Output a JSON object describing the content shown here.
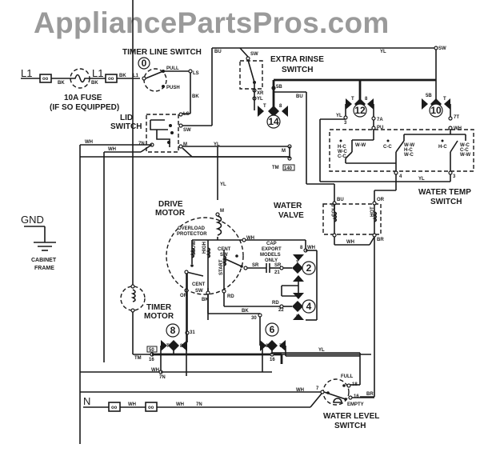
{
  "watermark": "AppliancePartsPros.com",
  "diagram": {
    "type": "washer wiring schematic",
    "components": {
      "timer_line_switch": {
        "label": "TIMER LINE SWITCH",
        "number": "0",
        "pull": "PULL",
        "push": "PUSH",
        "l1": "L1",
        "ls": "LS"
      },
      "fuse": {
        "label1": "10A FUSE",
        "label2": "(IF SO EQUIPPED)"
      },
      "lid_switch": {
        "label1": "LID",
        "label2": "SWITCH",
        "ls": "LS",
        "sw": "SW",
        "m": "M",
        "tn": "7N"
      },
      "extra_rinse_switch": {
        "label1": "EXTRA RINSE",
        "label2": "SWITCH",
        "sw": "SW",
        "xr": "XR",
        "yl": "YL",
        "terminal": "5B"
      },
      "drive_motor": {
        "label1": "DRIVE",
        "label2": "MOTOR",
        "overload1": "OVERLOAD",
        "overload2": "PROTECTOR",
        "slow": "SLOW",
        "high": "HIGH",
        "start": "START",
        "cent_sw": "CENT",
        "cent_sw2": "SW",
        "m": "M",
        "wh": "WH"
      },
      "cap": {
        "label1": "CAP",
        "label2": "EXPORT",
        "label3": "MODELS",
        "label4": "ONLY",
        "sr1": "SR",
        "sr2": "SR",
        "t21": "21"
      },
      "water_valve": {
        "label1": "WATER",
        "label2": "VALVE",
        "cold": "COLD",
        "hot": "HOT",
        "bu": "BU",
        "or": "OR",
        "wh": "WH",
        "br": "BR"
      },
      "water_temp_switch": {
        "label1": "WATER TEMP",
        "label2": "SWITCH",
        "pos1": [
          "H-C",
          "W-C",
          "C-C"
        ],
        "ww1": "W-W",
        "cc": "C-C",
        "pos2": [
          "W-W",
          "H-C",
          "W-C"
        ],
        "hc": "H-C",
        "pos3": [
          "W-C",
          "C-C",
          "W-W"
        ],
        "t4": "4",
        "t3": "3",
        "pu": "PU",
        "wh": "WH",
        "t7t": "7T",
        "t7a": "7A"
      },
      "ground": {
        "label": "GND",
        "cabinet1": "CABINET",
        "cabinet2": "FRAME"
      },
      "timer_motor": {
        "label1": "TIMER",
        "label2": "MOTOR",
        "tm": "TM",
        "t16": "16",
        "t7n": "7N"
      },
      "water_level_switch": {
        "label1": "WATER LEVEL",
        "label2": "SWITCH",
        "full": "FULL",
        "empty": "EMPTY",
        "t7": "7",
        "t16": "16",
        "t18": "18",
        "br": "BR"
      },
      "neutral": {
        "label": "N"
      }
    },
    "wire_labels": {
      "l1a": "L1",
      "l1b": "L1",
      "bk": "BK",
      "bu": "BU",
      "yl": "YL",
      "wh": "WH",
      "or": "OR",
      "rd": "RD",
      "tn": "7N",
      "tm": "TM",
      "m": "M",
      "sw": "SW",
      "n140": "140",
      "t31": "31",
      "t22": "22",
      "t30": "30",
      "t16": "16",
      "t5": "5",
      "t6": "6",
      "t7": "7",
      "t8": "8",
      "t7t": "7T",
      "t7a": "7A",
      "t3": "3",
      "t5b": "5B",
      "tb": "5B"
    },
    "timer_contacts": [
      "0",
      "14",
      "12",
      "10",
      "2",
      "4",
      "8",
      "6"
    ]
  }
}
